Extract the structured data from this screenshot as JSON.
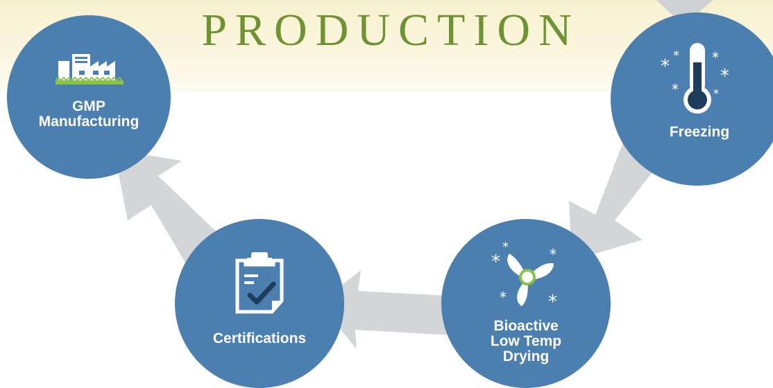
{
  "title": "PRODUCTION",
  "colors": {
    "node": "#4a7fb0",
    "arrow": "#d3d5d6",
    "title": "#6f9232",
    "banner": "#f7f1cf",
    "accent_green": "#8bc34a",
    "icon_dark": "#1e3d5c"
  },
  "steps": [
    {
      "label": "GMP\nManufacturing",
      "icon": "factory-icon"
    },
    {
      "label": "Freezing",
      "icon": "thermometer-icon"
    },
    {
      "label": "Bioactive\nLow Temp\nDrying",
      "icon": "fan-icon"
    },
    {
      "label": "Certifications",
      "icon": "clipboard-check-icon"
    }
  ]
}
